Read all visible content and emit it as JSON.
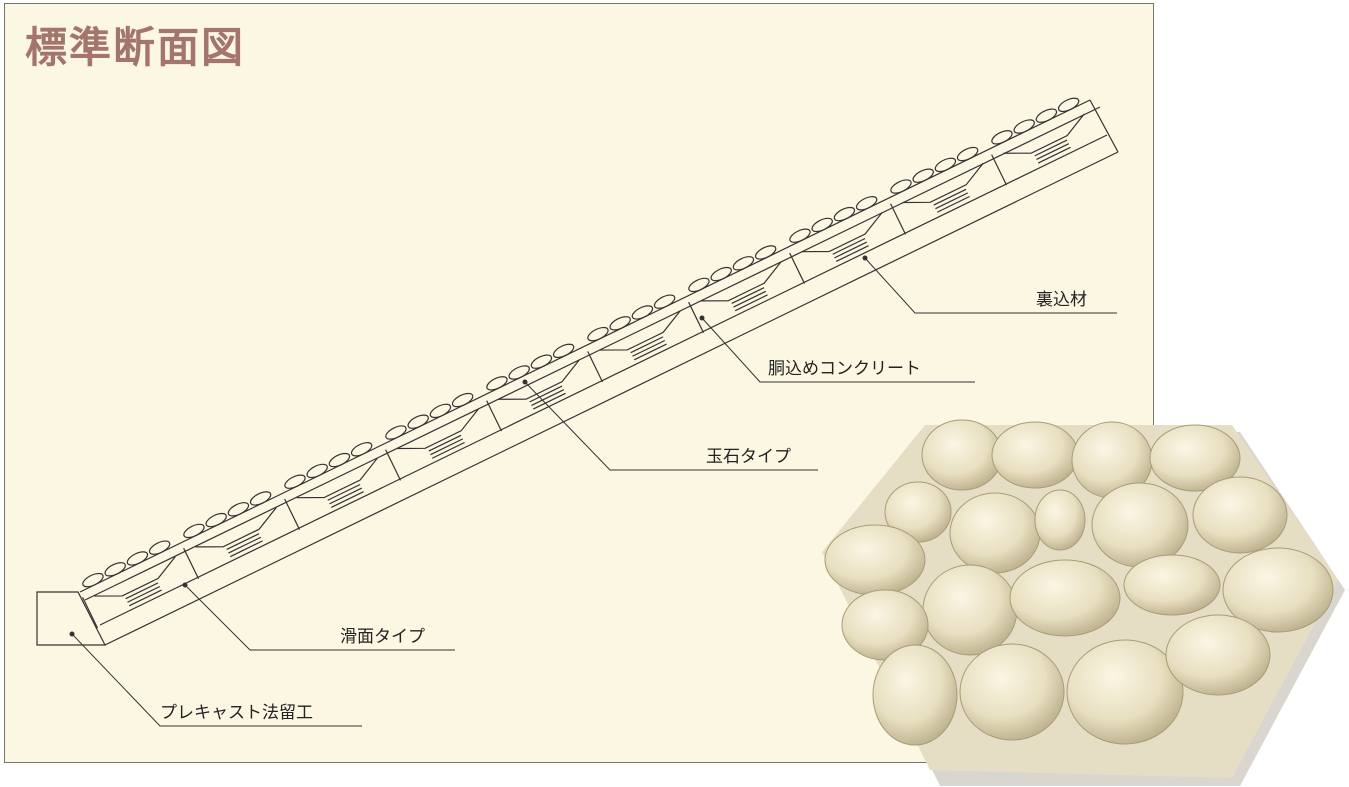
{
  "title": "標準断面図",
  "labels": {
    "backfill": "裏込材",
    "filler_concrete": "胴込めコンクリート",
    "cobble_type": "玉石タイプ",
    "smooth_type": "滑面タイプ",
    "precast_slope_toe": "プレキャスト法留工"
  },
  "colors": {
    "panel_bg": "#fbf7e2",
    "title": "#a4756c",
    "lines": "#333333",
    "stone": "#ece4c6"
  }
}
